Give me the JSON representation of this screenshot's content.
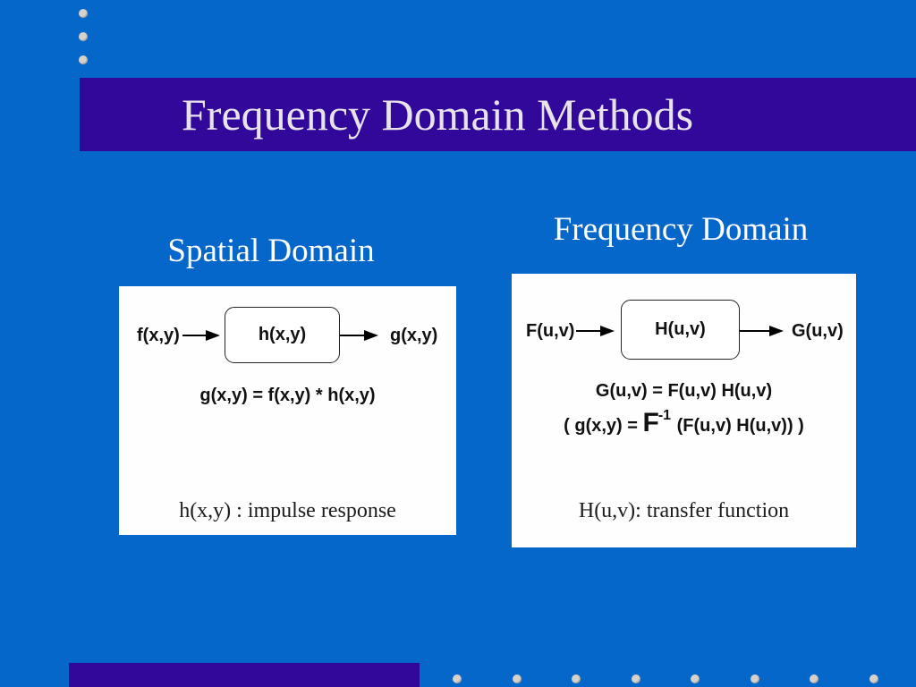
{
  "slide": {
    "title": "Frequency Domain Methods"
  },
  "left_section": {
    "heading": "Spatial Domain",
    "input_label": "f(x,y)",
    "box_label": "h(x,y)",
    "output_label": "g(x,y)",
    "equation": "g(x,y) = f(x,y) * h(x,y)",
    "caption": "h(x,y) : impulse response"
  },
  "right_section": {
    "heading": "Frequency Domain",
    "input_label": "F(u,v)",
    "box_label": "H(u,v)",
    "output_label": "G(u,v)",
    "equation1": "G(u,v) = F(u,v) H(u,v)",
    "equation2_prefix": "( g(x,y) = ",
    "equation2_operator": "F",
    "equation2_superscript": "-1",
    "equation2_suffix": " (F(u,v) H(u,v)) )",
    "caption": "H(u,v): transfer function"
  },
  "decorations": {
    "top_dot_count": 3,
    "bottom_dot_count": 8
  },
  "colors": {
    "background": "#0667cb",
    "accent_bar": "#32089b",
    "title_text": "#e8e3ea",
    "heading_text": "#ffffff",
    "panel_background": "#fefefe",
    "diagram_text": "#111111",
    "dot": "#d5d2cc"
  }
}
